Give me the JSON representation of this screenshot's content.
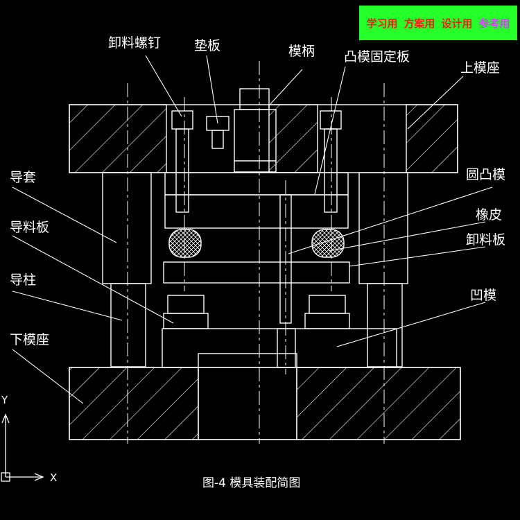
{
  "banner": {
    "items": [
      "学习用",
      "方案用",
      "设计用",
      "参考用"
    ],
    "colors": [
      "#ff1a1a",
      "#ff1a1a",
      "#ff1a1a",
      "#d642ff"
    ],
    "background": "#27ff2a"
  },
  "labels": {
    "xieliao_luoding": "卸料螺钉",
    "dianban": "垫板",
    "mobing": "模柄",
    "tumo_guding_ban": "凸模固定板",
    "shang_mozuo": "上模座",
    "daotao": "导套",
    "yuan_tumo": "圆凸模",
    "daoliao_ban": "导料板",
    "xiangpi": "橡皮",
    "xieliao_ban": "卸料板",
    "daozhu": "导柱",
    "aomo": "凹模",
    "xia_mozuo": "下模座"
  },
  "caption": "图-4 模具装配简图",
  "axes": {
    "y": "Y",
    "x": "X"
  },
  "colors": {
    "lines": "#ffffff",
    "hatch": "#ffffff",
    "background": "#000000"
  }
}
